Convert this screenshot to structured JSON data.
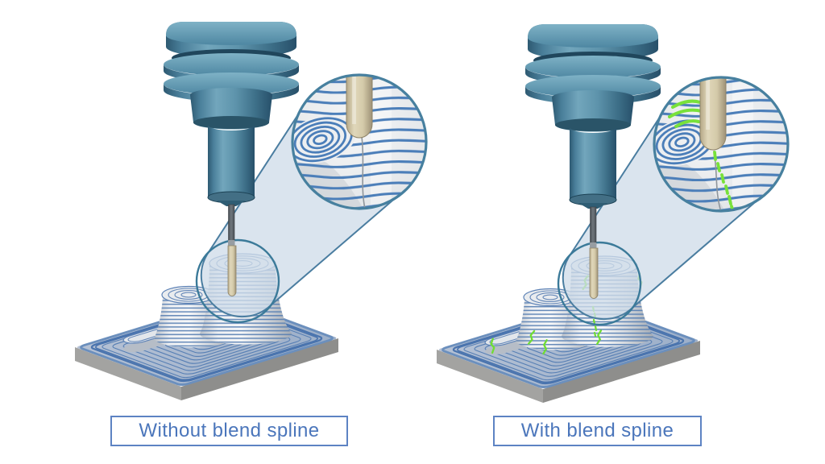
{
  "figure": {
    "type": "comparison-illustration",
    "labels": {
      "left": "Without blend spline",
      "right": "With blend spline"
    },
    "colors": {
      "background": "#ffffff",
      "label_text": "#4b76bb",
      "label_border": "#5d83c3",
      "toolpath_blue": "#4b7eb9",
      "blend_spline_green": "#70dd33",
      "spindle_blue": "#5a8aa4",
      "cutter_tan": "#cfc5a5",
      "stock_gray": "#9a9a98",
      "callout_fill": "#cfdce9"
    }
  }
}
